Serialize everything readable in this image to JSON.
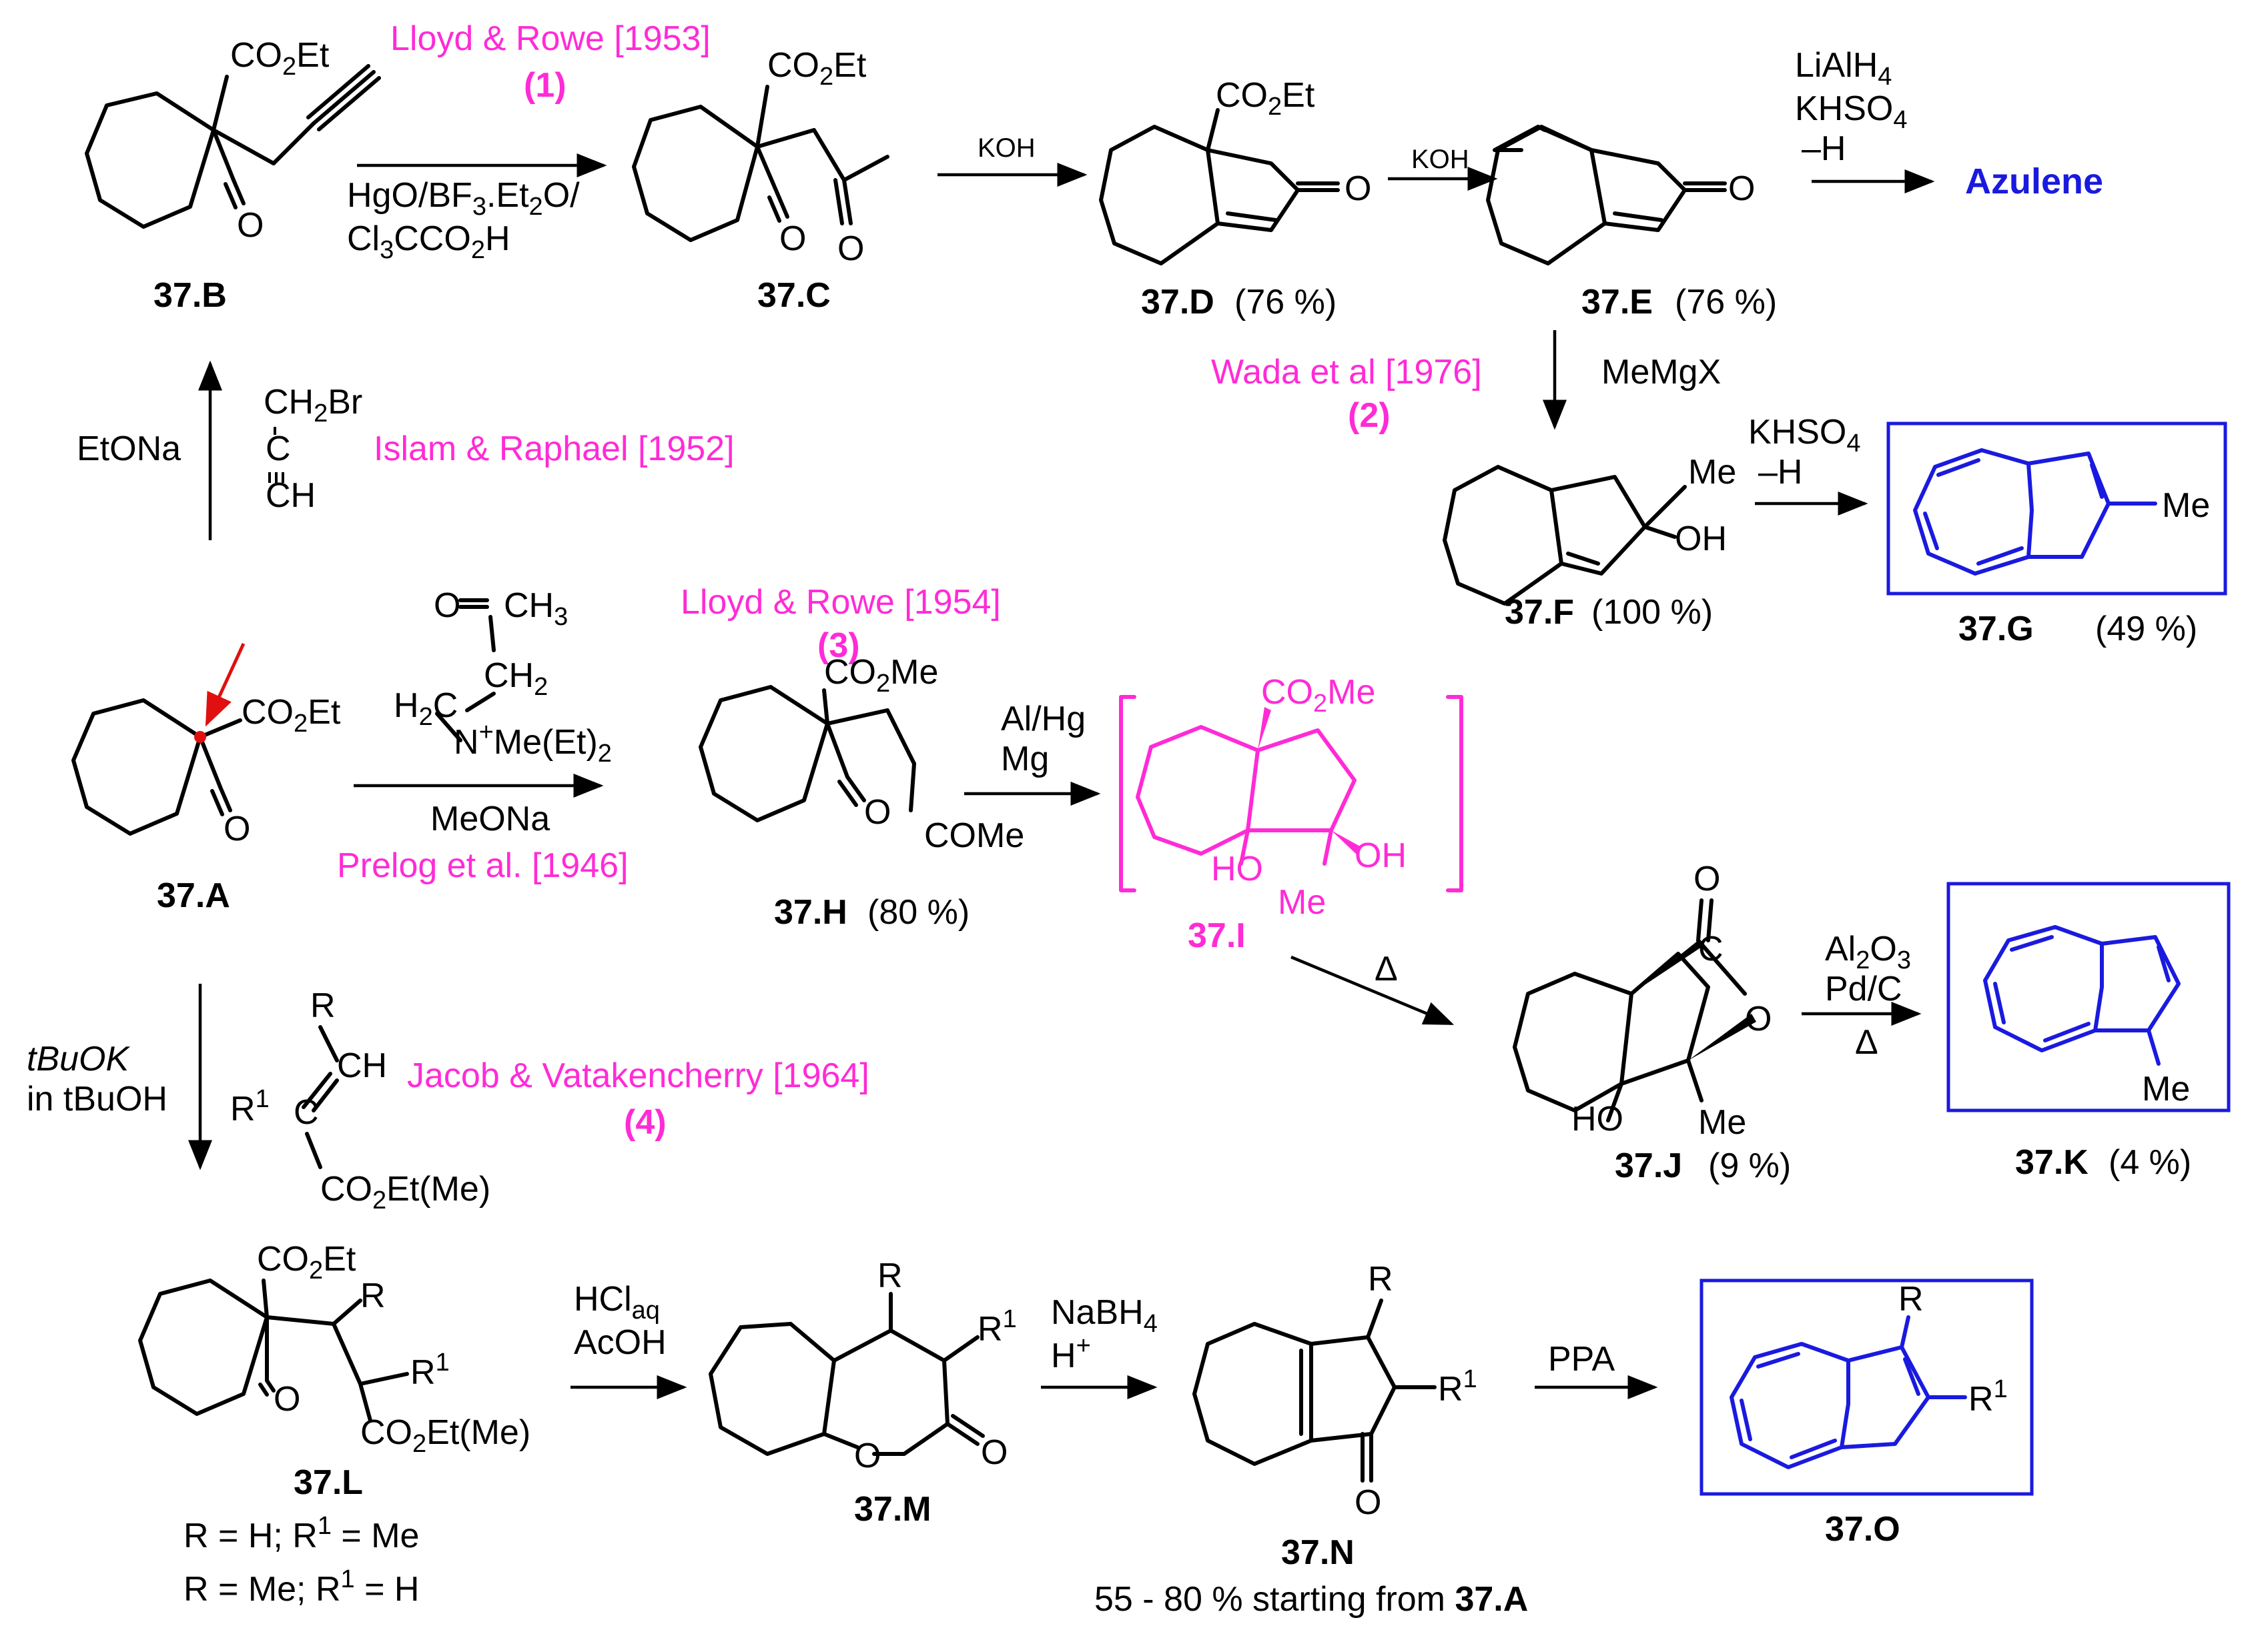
{
  "compounds": {
    "B": {
      "id": "37.B",
      "yield": ""
    },
    "C": {
      "id": "37.C",
      "yield": ""
    },
    "D": {
      "id": "37.D",
      "yield": "(76 %)"
    },
    "E": {
      "id": "37.E",
      "yield": "(76 %)"
    },
    "F": {
      "id": "37.F",
      "yield": "(100 %)"
    },
    "G": {
      "id": "37.G",
      "yield": "(49 %)"
    },
    "A": {
      "id": "37.A",
      "yield": ""
    },
    "H": {
      "id": "37.H",
      "yield": "(80 %)"
    },
    "I": {
      "id": "37.I",
      "yield": ""
    },
    "J": {
      "id": "37.J",
      "yield": "(9 %)"
    },
    "K": {
      "id": "37.K",
      "yield": "(4 %)"
    },
    "L": {
      "id": "37.L",
      "yield": ""
    },
    "M": {
      "id": "37.M",
      "yield": ""
    },
    "N": {
      "id": "37.N",
      "yield": ""
    },
    "O": {
      "id": "37.O",
      "yield": ""
    }
  },
  "references": {
    "r1": {
      "text": "Lloyd & Rowe [1953]",
      "num": "(1)"
    },
    "r2": {
      "text": "Wada et al  [1976]",
      "num": "(2)"
    },
    "r3": {
      "text": "Lloyd & Rowe [1954]",
      "num": "(3)"
    },
    "r4": {
      "text": "Jacob & Vatakencherry [1964]",
      "num": "(4)"
    },
    "islam": "Islam & Raphael [1952]",
    "prelog": "Prelog et al. [1946]"
  },
  "reagents": {
    "hgo_1": "HgO/BF",
    "hgo_2": "Cl",
    "koh": "KOH",
    "lialh": "LiAlH",
    "khso": "KHSO",
    "minus_h": "–H",
    "azulene": "Azulene",
    "memgx": "MeMgX",
    "etona": "EtONa",
    "meona": "MeONa",
    "al_hg": "Al/Hg",
    "mg": "Mg",
    "delta": "Δ",
    "al2o3": "Al",
    "pdc": "Pd/C",
    "tbuok_1": "tBuOK",
    "tbuok_2": "in tBuOH",
    "hcl": "HCl",
    "acoh": "AcOH",
    "nabh": "NaBH",
    "hplus": "H",
    "ppa": "PPA"
  },
  "groups": {
    "co2et": "CO",
    "co2me": "CO",
    "me": "Me",
    "oh": "OH",
    "ho": "HO",
    "o": "O",
    "r": "R",
    "r1": "R",
    "come": "COMe",
    "ch2br": "CH",
    "ch": "CH",
    "ch3": "CH",
    "nme": "N",
    "co2et_me": "CO"
  },
  "notes": {
    "l_def1": "R = H; R",
    "l_def2": "R = Me; R",
    "n_note": "55 - 80 % starting from"
  },
  "colors": {
    "black": "#000000",
    "magenta": "#ff2bd6",
    "blue": "#1a1adf",
    "red": "#e01010"
  }
}
